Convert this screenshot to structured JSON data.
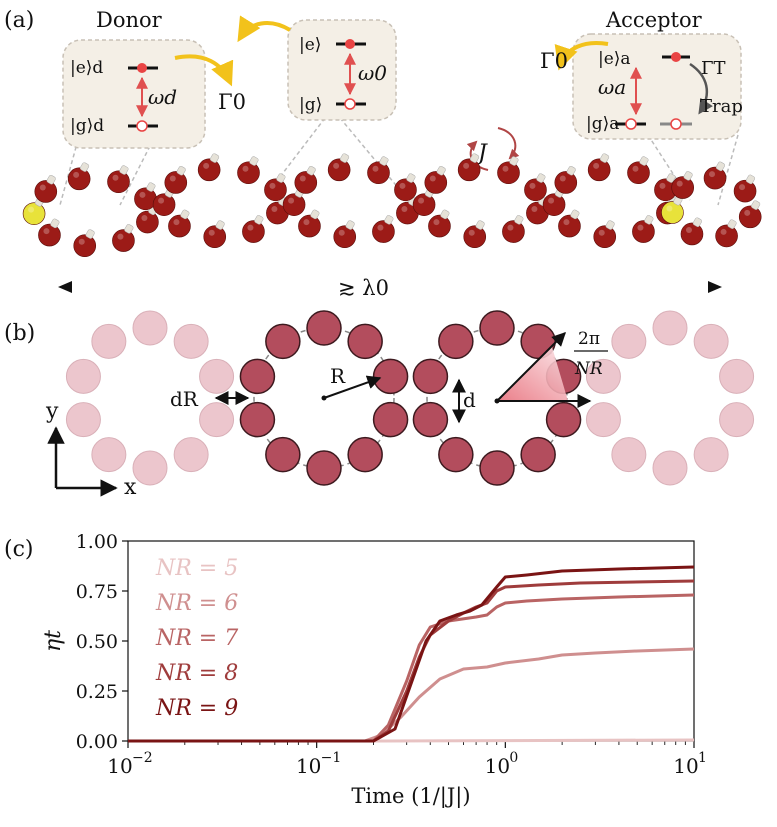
{
  "panel_a": {
    "label": "(a)",
    "donor_title": "Donor",
    "acceptor_title": "Acceptor",
    "donor_excited": "|e⟩d",
    "donor_ground": "|g⟩d",
    "donor_freq": "ωd",
    "mid_excited": "|e⟩",
    "mid_ground": "|g⟩",
    "mid_freq": "ω0",
    "acc_excited": "|e⟩a",
    "acc_ground": "|g⟩a",
    "acc_freq": "ωa",
    "gamma0_left": "Γ0",
    "gamma0_right": "Γ0",
    "gamma_t": "ΓT",
    "trap": "Trap",
    "coupling": "J",
    "distance": "≳ λ0",
    "colors": {
      "atom": "#9c1b17",
      "donor_atom": "#e8e23a",
      "bubble": "#f4efe6",
      "arrow_yellow": "#f2c21b",
      "arrow_red": "#e05050"
    }
  },
  "panel_b": {
    "label": "(b)",
    "dR": "dR",
    "R": "R",
    "d": "d",
    "angle_num": "2π",
    "angle_den": "NR",
    "axis_y": "y",
    "axis_x": "x",
    "colors": {
      "ring": "#b34d5d",
      "ring_faded": "#ecc6cd"
    }
  },
  "panel_c": {
    "label": "(c)"
  },
  "chart_data": {
    "type": "line",
    "xscale": "log",
    "xlim": [
      0.01,
      10
    ],
    "ylim": [
      0,
      1
    ],
    "xlabel": "Time (1/|J|)",
    "ylabel": "ηt",
    "xticks": [
      "10−2",
      "10−1",
      "100",
      "101"
    ],
    "yticks": [
      "0.00",
      "0.25",
      "0.50",
      "0.75",
      "1.00"
    ],
    "legend_position": "top-left",
    "series": [
      {
        "name": "NR = 5",
        "color": "#e8c3c3",
        "points": [
          [
            0.01,
            0
          ],
          [
            0.2,
            0
          ],
          [
            1,
            0.002
          ],
          [
            10,
            0.005
          ]
        ]
      },
      {
        "name": "NR = 6",
        "color": "#cf8f8f",
        "points": [
          [
            0.01,
            0
          ],
          [
            0.18,
            0
          ],
          [
            0.22,
            0.03
          ],
          [
            0.28,
            0.12
          ],
          [
            0.35,
            0.22
          ],
          [
            0.45,
            0.31
          ],
          [
            0.6,
            0.36
          ],
          [
            0.8,
            0.37
          ],
          [
            1,
            0.39
          ],
          [
            1.5,
            0.41
          ],
          [
            2,
            0.43
          ],
          [
            3,
            0.44
          ],
          [
            5,
            0.45
          ],
          [
            10,
            0.46
          ]
        ]
      },
      {
        "name": "NR = 7",
        "color": "#b96464",
        "points": [
          [
            0.01,
            0
          ],
          [
            0.2,
            0
          ],
          [
            0.24,
            0.08
          ],
          [
            0.3,
            0.3
          ],
          [
            0.35,
            0.48
          ],
          [
            0.4,
            0.57
          ],
          [
            0.5,
            0.6
          ],
          [
            0.7,
            0.62
          ],
          [
            0.8,
            0.63
          ],
          [
            0.9,
            0.67
          ],
          [
            1,
            0.69
          ],
          [
            1.3,
            0.7
          ],
          [
            2,
            0.71
          ],
          [
            4,
            0.72
          ],
          [
            10,
            0.73
          ]
        ]
      },
      {
        "name": "NR = 8",
        "color": "#9f3c3c",
        "points": [
          [
            0.01,
            0
          ],
          [
            0.2,
            0
          ],
          [
            0.24,
            0.05
          ],
          [
            0.3,
            0.25
          ],
          [
            0.35,
            0.42
          ],
          [
            0.4,
            0.53
          ],
          [
            0.5,
            0.6
          ],
          [
            0.6,
            0.64
          ],
          [
            0.7,
            0.67
          ],
          [
            0.8,
            0.69
          ],
          [
            0.9,
            0.75
          ],
          [
            1,
            0.77
          ],
          [
            1.5,
            0.78
          ],
          [
            2.5,
            0.79
          ],
          [
            10,
            0.8
          ]
        ]
      },
      {
        "name": "NR = 9",
        "color": "#7a1414",
        "points": [
          [
            0.01,
            0
          ],
          [
            0.2,
            0
          ],
          [
            0.26,
            0.06
          ],
          [
            0.32,
            0.3
          ],
          [
            0.38,
            0.5
          ],
          [
            0.45,
            0.6
          ],
          [
            0.55,
            0.63
          ],
          [
            0.65,
            0.65
          ],
          [
            0.75,
            0.68
          ],
          [
            0.9,
            0.77
          ],
          [
            1,
            0.82
          ],
          [
            1.3,
            0.83
          ],
          [
            2,
            0.85
          ],
          [
            4,
            0.86
          ],
          [
            10,
            0.87
          ]
        ]
      }
    ]
  }
}
